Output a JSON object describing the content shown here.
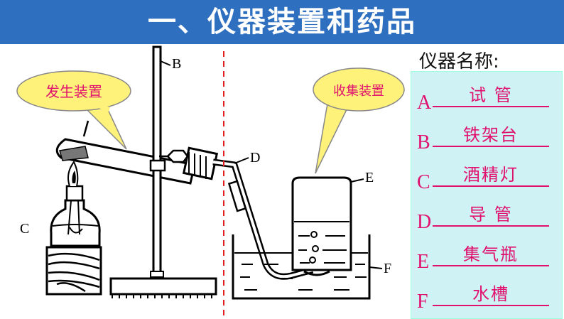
{
  "title": "一、仪器装置和药品",
  "panel": {
    "heading": "仪器名称:",
    "rows": [
      {
        "letter": "A",
        "name": "试 管"
      },
      {
        "letter": "B",
        "name": "铁架台"
      },
      {
        "letter": "C",
        "name": "酒精灯"
      },
      {
        "letter": "D",
        "name": "导 管"
      },
      {
        "letter": "E",
        "name": "集气瓶"
      },
      {
        "letter": "F",
        "name": "水槽"
      }
    ]
  },
  "diagram": {
    "bubble_left": "发生装置",
    "bubble_right": "收集装置",
    "labels": {
      "b": "B",
      "c": "C",
      "d": "D",
      "e": "E",
      "f": "F"
    }
  },
  "colors": {
    "title_bg": "#2E6FBF",
    "panel_bg": "#CFF3F4",
    "accent": "#E0116F",
    "bubble_fill": "#FFF27A",
    "divider": "#E02020"
  }
}
